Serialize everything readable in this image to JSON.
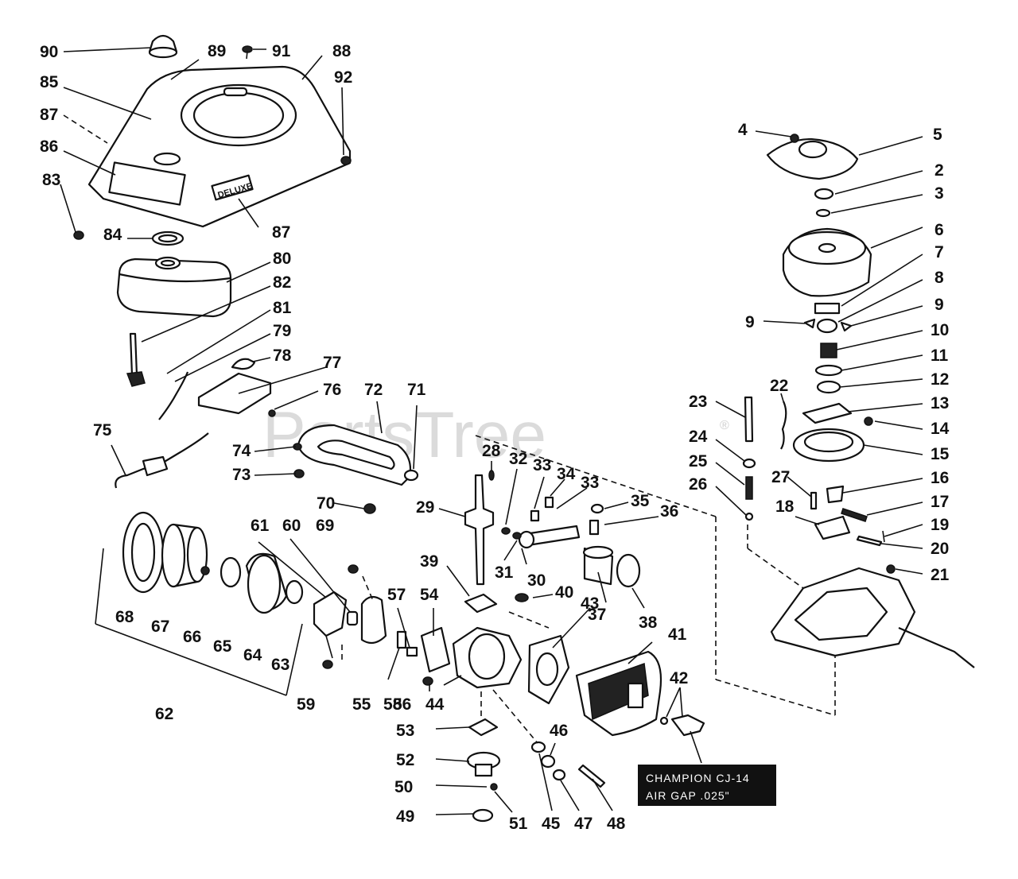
{
  "diagram": {
    "watermark": "PartsTree",
    "trademark": "®",
    "shroud_badge": "DELUXE",
    "spark_plug_label": {
      "line1": "CHAMPION CJ-14",
      "line2": "AIR GAP .025\""
    },
    "part_numbers": [
      "2",
      "3",
      "4",
      "5",
      "6",
      "7",
      "8",
      "9",
      "9",
      "10",
      "11",
      "12",
      "13",
      "14",
      "15",
      "16",
      "17",
      "18",
      "19",
      "20",
      "21",
      "22",
      "23",
      "24",
      "25",
      "26",
      "27",
      "28",
      "29",
      "30",
      "31",
      "32",
      "33",
      "33",
      "34",
      "35",
      "36",
      "37",
      "38",
      "39",
      "40",
      "41",
      "42",
      "43",
      "44",
      "45",
      "46",
      "47",
      "48",
      "49",
      "50",
      "51",
      "52",
      "53",
      "54",
      "55",
      "56",
      "57",
      "58",
      "59",
      "60",
      "61",
      "62",
      "63",
      "64",
      "65",
      "66",
      "67",
      "68",
      "69",
      "70",
      "71",
      "72",
      "73",
      "74",
      "75",
      "76",
      "77",
      "78",
      "79",
      "80",
      "81",
      "82",
      "83",
      "84",
      "85",
      "86",
      "87",
      "87",
      "88",
      "89",
      "90",
      "91",
      "92"
    ]
  }
}
